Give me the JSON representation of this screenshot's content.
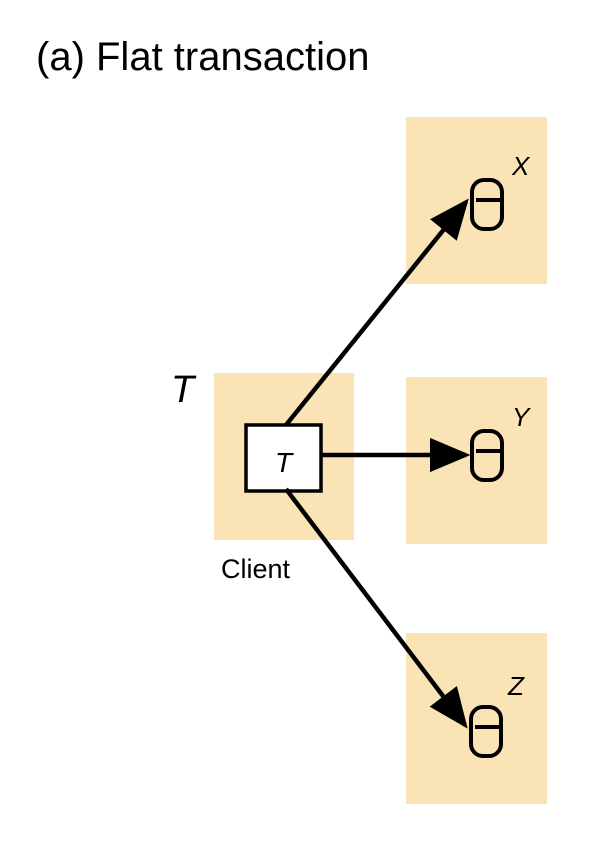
{
  "diagram": {
    "title": "(a) Flat transaction",
    "client": {
      "outer_label": "T",
      "inner_label": "T",
      "caption": "Client"
    },
    "servers": [
      {
        "id": "x",
        "label": "X"
      },
      {
        "id": "y",
        "label": "Y"
      },
      {
        "id": "z",
        "label": "Z"
      }
    ],
    "colors": {
      "panel": "#FAE3B4",
      "stroke": "#000000",
      "box_fill": "#FFFFFF"
    },
    "icons": {
      "server": "database-icon"
    }
  }
}
